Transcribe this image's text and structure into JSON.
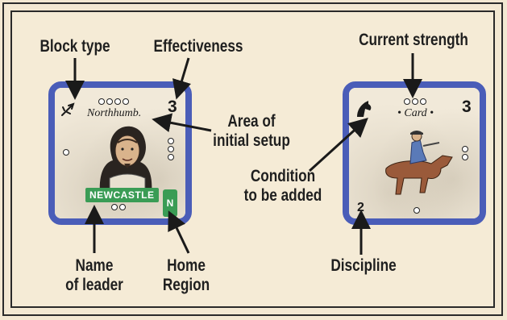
{
  "labels": {
    "block_type": "Block type",
    "effectiveness": "Effectiveness",
    "current_strength": "Current strength",
    "area_of_setup_1": "Area of",
    "area_of_setup_2": "initial setup",
    "condition_1": "Condition",
    "condition_2": "to be added",
    "name_of_leader_1": "Name",
    "name_of_leader_2": "of leader",
    "home_region_1": "Home",
    "home_region_2": "Region",
    "discipline": "Discipline"
  },
  "leader_block": {
    "setup_area": "Northhumb.",
    "effectiveness": "3",
    "leader_name": "NEWCASTLE",
    "home_region": "N",
    "icon": "pike-and-shot-icon",
    "portrait": "leader-portrait"
  },
  "card_block": {
    "setup_area": "• Card •",
    "strength_value": "3",
    "discipline": "2",
    "icon": "horse-head-icon",
    "illustration": "cavalry-rider"
  },
  "colors": {
    "block_border": "#4a5db8",
    "region_green": "#3a9c55",
    "background": "#f3e8d2"
  }
}
